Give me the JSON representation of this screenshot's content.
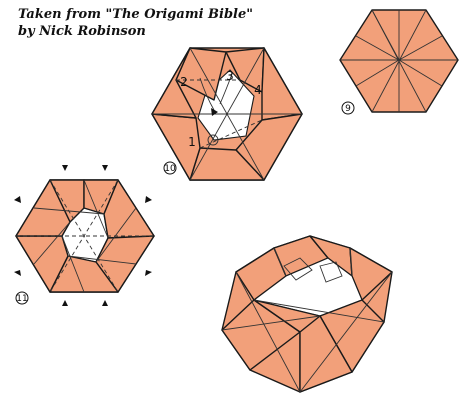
{
  "credit": {
    "line1": "Taken from \"The Origami Bible\"",
    "line2": "by Nick Robinson"
  },
  "steps": [
    {
      "number": "⑨"
    },
    {
      "number": "⑩",
      "sequence_labels": [
        "1",
        "2",
        "3",
        "4"
      ]
    },
    {
      "number": "⑪"
    }
  ],
  "colors": {
    "paper": "#f2a07a",
    "outline": "#1a1a1a",
    "background": "#ffffff"
  }
}
